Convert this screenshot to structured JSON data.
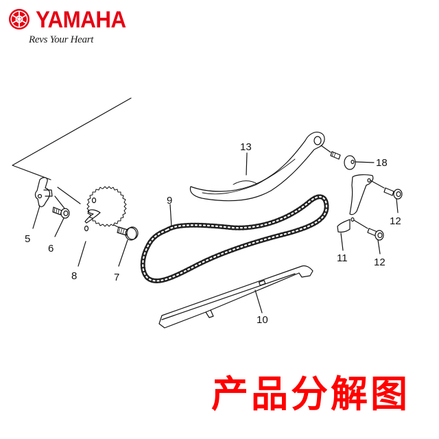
{
  "logo": {
    "brand": "YAMAHA",
    "tagline": "Revs Your Heart",
    "brand_color": "#e60012",
    "emblem_icon": "tuning-forks-emblem-icon"
  },
  "diagram": {
    "type": "exploded-parts-diagram",
    "callouts": [
      {
        "id": "5",
        "label": "5"
      },
      {
        "id": "6",
        "label": "6"
      },
      {
        "id": "7",
        "label": "7"
      },
      {
        "id": "8",
        "label": "8"
      },
      {
        "id": "9",
        "label": "9"
      },
      {
        "id": "10",
        "label": "10"
      },
      {
        "id": "11",
        "label": "11"
      },
      {
        "id": "12a",
        "label": "12"
      },
      {
        "id": "12b",
        "label": "12"
      },
      {
        "id": "13",
        "label": "13"
      },
      {
        "id": "18",
        "label": "18"
      }
    ],
    "parts": [
      {
        "ref": "5",
        "name": "cam-sprocket-plate"
      },
      {
        "ref": "6",
        "name": "bolt"
      },
      {
        "ref": "7",
        "name": "flange-bolt"
      },
      {
        "ref": "8",
        "name": "cam-sprocket"
      },
      {
        "ref": "9",
        "name": "timing-chain"
      },
      {
        "ref": "10",
        "name": "chain-guide-exhaust"
      },
      {
        "ref": "11",
        "name": "chain-tensioner-bracket"
      },
      {
        "ref": "12",
        "name": "bolt"
      },
      {
        "ref": "13",
        "name": "chain-guide-intake"
      },
      {
        "ref": "18",
        "name": "pivot-bolt"
      }
    ]
  },
  "caption": {
    "text": "产品分解图",
    "color": "#ff0000"
  }
}
